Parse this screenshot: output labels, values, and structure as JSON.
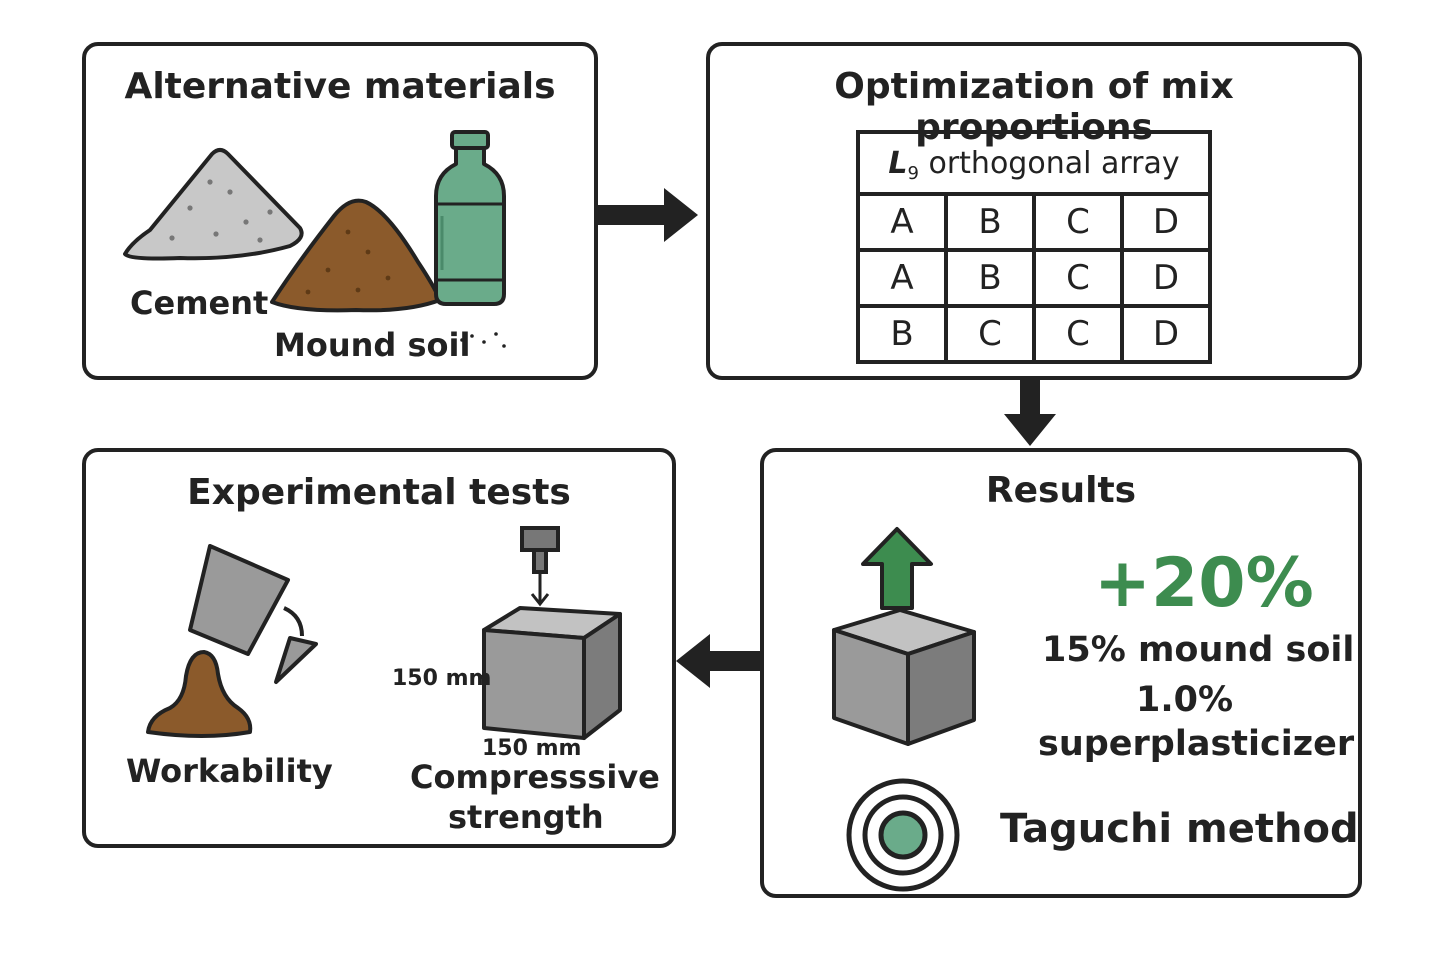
{
  "panels": {
    "materials": {
      "title": "Alternative materials",
      "cement_label": "Cement",
      "mound_soil_label": "Mound soil"
    },
    "optimization": {
      "title": "Optimization of mix proportions",
      "array_symbol": "L",
      "array_subscript": "9",
      "array_title": " orthogonal array",
      "rows": [
        [
          "A",
          "B",
          "C",
          "D"
        ],
        [
          "A",
          "B",
          "C",
          "D"
        ],
        [
          "B",
          "C",
          "C",
          "D"
        ]
      ]
    },
    "tests": {
      "title": "Experimental tests",
      "workability_label": "Workability",
      "compressive_label_1": "Compresssive",
      "compressive_label_2": "strength",
      "dim_height": "150 mm",
      "dim_width": "150 mm"
    },
    "results": {
      "title": "Results",
      "increase": "+20%",
      "line1": "15% mound soil",
      "line2": "1.0%",
      "line3": "superplasticizer",
      "method": "Taguchi method"
    }
  },
  "colors": {
    "green": "#3d8c4f",
    "bottle_green": "#6aab8a",
    "soil_brown": "#8b5a2b",
    "cement_grey": "#c8c8c8",
    "cube_grey": "#9a9a9a",
    "outline": "#222222"
  }
}
